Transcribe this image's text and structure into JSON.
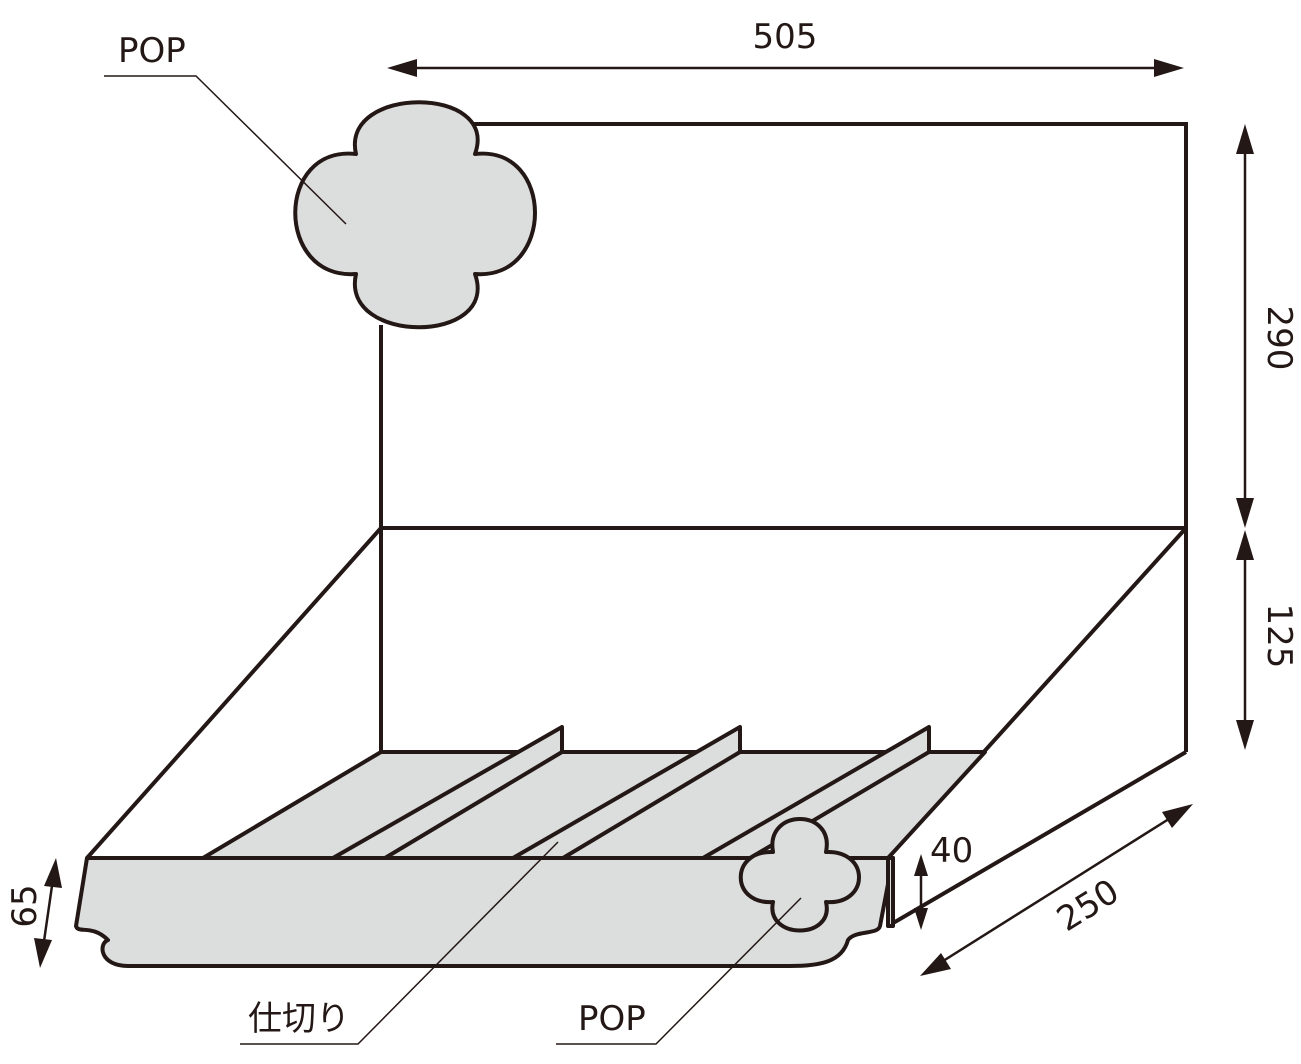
{
  "labels": {
    "pop_top": "POP",
    "pop_bottom": "POP",
    "partition": "仕切り"
  },
  "dimensions": {
    "width": "505",
    "back_height": "290",
    "front_height": "125",
    "depth": "250",
    "front_edge_height": "65",
    "partition_height": "40"
  },
  "colors": {
    "line": "#231815",
    "panel_fill": "#dcdddd",
    "background": "#ffffff"
  }
}
